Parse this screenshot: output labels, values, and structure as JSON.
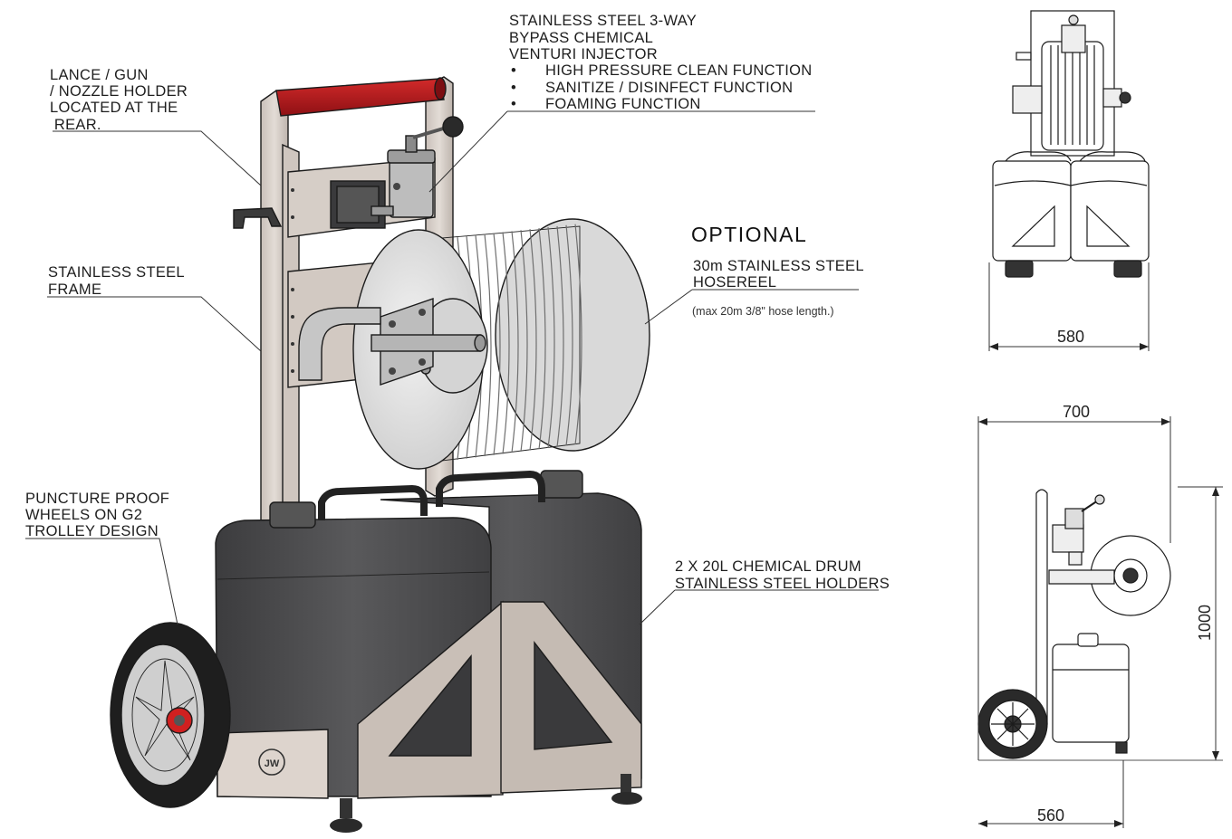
{
  "labels": {
    "lance": [
      "LANCE / GUN",
      "/ NOZZLE HOLDER",
      "LOCATED AT THE",
      " REAR."
    ],
    "injector": [
      "STAINLESS STEEL 3-WAY",
      "BYPASS CHEMICAL",
      "VENTURI INJECTOR"
    ],
    "injector_bullets": [
      "HIGH PRESSURE CLEAN FUNCTION",
      "SANITIZE / DISINFECT FUNCTION",
      "FOAMING FUNCTION"
    ],
    "bullet_glyph": "•",
    "frame": [
      "STAINLESS STEEL",
      "FRAME"
    ],
    "optional": "OPTIONAL",
    "hosereel": [
      "30m STAINLESS STEEL",
      "HOSEREEL"
    ],
    "hose_note": "(max 20m 3/8\" hose length.)",
    "wheels": [
      "PUNCTURE PROOF",
      "WHEELS ON G2",
      "TROLLEY DESIGN"
    ],
    "drums": [
      "2 X 20L CHEMICAL DRUM",
      "STAINLESS STEEL HOLDERS"
    ]
  },
  "dimensions": {
    "front_width": "580",
    "side_depth_top": "700",
    "side_height": "1000",
    "side_depth_bottom": "560"
  },
  "logo_text": "JW",
  "colors": {
    "handle": "#b5151c",
    "frame_steel": "#d8d0ca",
    "drum": "#4b4b4d",
    "drum_dark": "#3a3a3c",
    "reel": "#e6e6e6",
    "hub_red": "#d02020"
  }
}
